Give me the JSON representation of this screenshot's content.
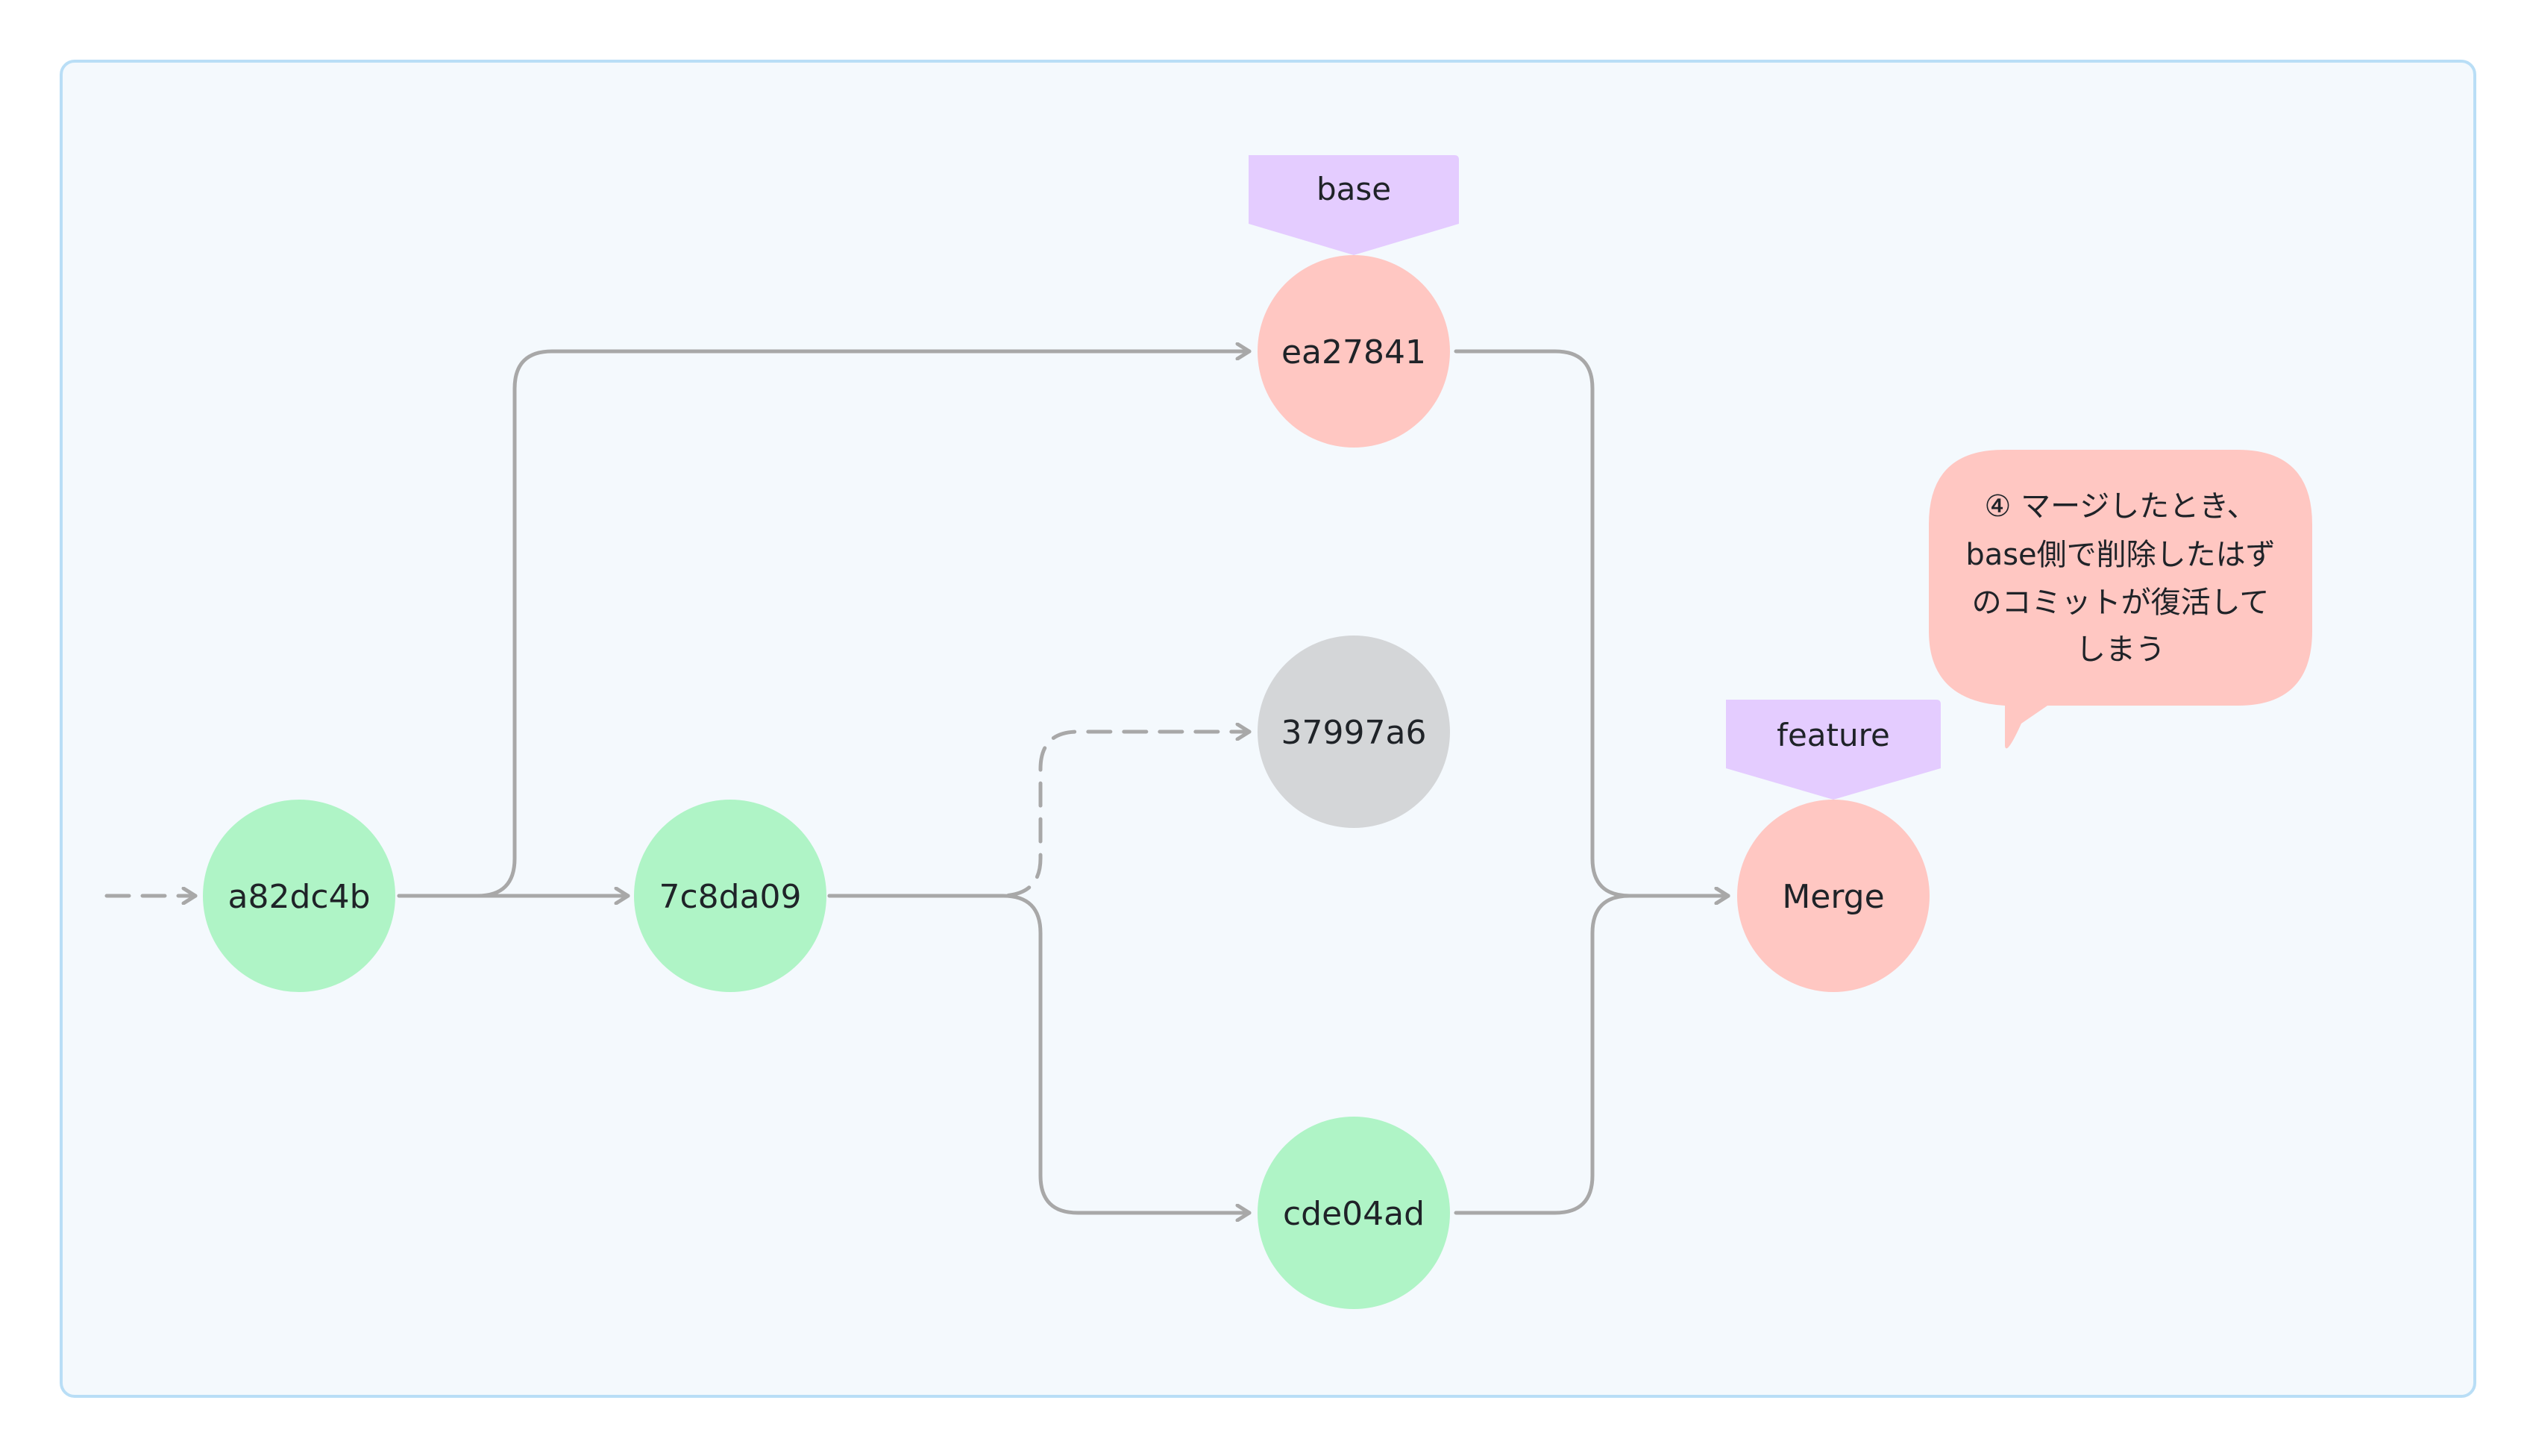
{
  "colors": {
    "background": "#f4f9fd",
    "border": "#b9def6",
    "green_node": "#aff4c6",
    "red_node": "#ffc7c2",
    "gray_node": "#d4d6d8",
    "label": "#e4ccff",
    "edge": "#a8a8a8",
    "text": "#1f2328"
  },
  "nodes": {
    "a82dc4b": {
      "label": "a82dc4b",
      "color": "green"
    },
    "c7c8da09": {
      "label": "7c8da09",
      "color": "green"
    },
    "ea27841": {
      "label": "ea27841",
      "color": "red"
    },
    "c37997a6": {
      "label": "37997a6",
      "color": "gray"
    },
    "cde04ad": {
      "label": "cde04ad",
      "color": "green"
    },
    "merge": {
      "label": "Merge",
      "color": "red"
    }
  },
  "branch_labels": {
    "base": "base",
    "feature": "feature"
  },
  "note": {
    "lines": [
      "④ マージしたとき、",
      "base側で削除したはず",
      "のコミットが復活して",
      "しまう"
    ]
  }
}
